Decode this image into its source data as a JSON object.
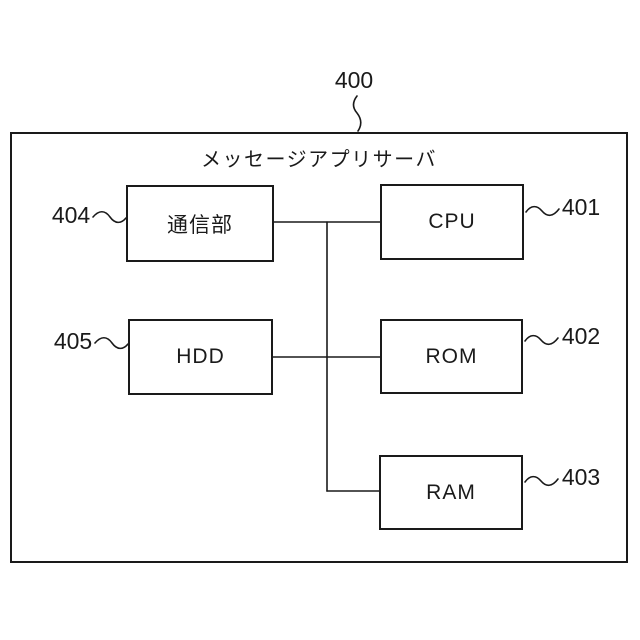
{
  "figure": {
    "title": "メッセージアプリサーバ",
    "outer_ref": "400",
    "blocks": [
      {
        "id": "communication-unit",
        "label": "通信部",
        "ref": "404",
        "ref_side": "left"
      },
      {
        "id": "cpu",
        "label": "CPU",
        "ref": "401",
        "ref_side": "right"
      },
      {
        "id": "hdd",
        "label": "HDD",
        "ref": "405",
        "ref_side": "left"
      },
      {
        "id": "rom",
        "label": "ROM",
        "ref": "402",
        "ref_side": "right"
      },
      {
        "id": "ram",
        "label": "RAM",
        "ref": "403",
        "ref_side": "right"
      }
    ],
    "connections": [
      "communication-unit — CPU (horizontal)",
      "HDD — ROM (horizontal)",
      "vertical bus — RAM (horizontal)",
      "vertical bus linking all three horizontals"
    ],
    "colors": {
      "line": "#1a1a1a",
      "background": "#ffffff"
    }
  }
}
